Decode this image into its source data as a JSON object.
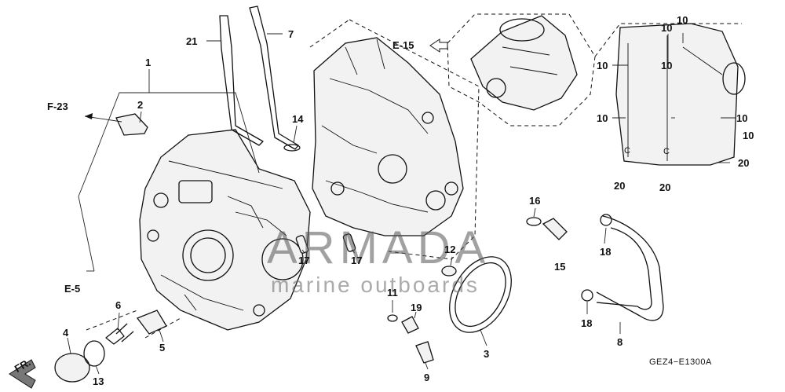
{
  "diagram": {
    "drawing_code": "GEZ4−E1300A",
    "ref_labels": {
      "f23": "F-23",
      "e15": "E-15",
      "e5": "E-5",
      "fr": "FR."
    },
    "callouts": {
      "p1": "1",
      "p2": "2",
      "p3": "3",
      "p4": "4",
      "p5": "5",
      "p6": "6",
      "p7": "7",
      "p8": "8",
      "p9": "9",
      "p10": "10",
      "p11": "11",
      "p12": "12",
      "p13": "13",
      "p14": "14",
      "p15": "15",
      "p16": "16",
      "p17": "17",
      "p18": "18",
      "p19": "19",
      "p20": "20",
      "p21": "21",
      "pc": "C"
    },
    "watermark": {
      "brand": "ARMADA",
      "tagline": "marine outboards",
      "logo_color": "#e05a8f"
    }
  }
}
